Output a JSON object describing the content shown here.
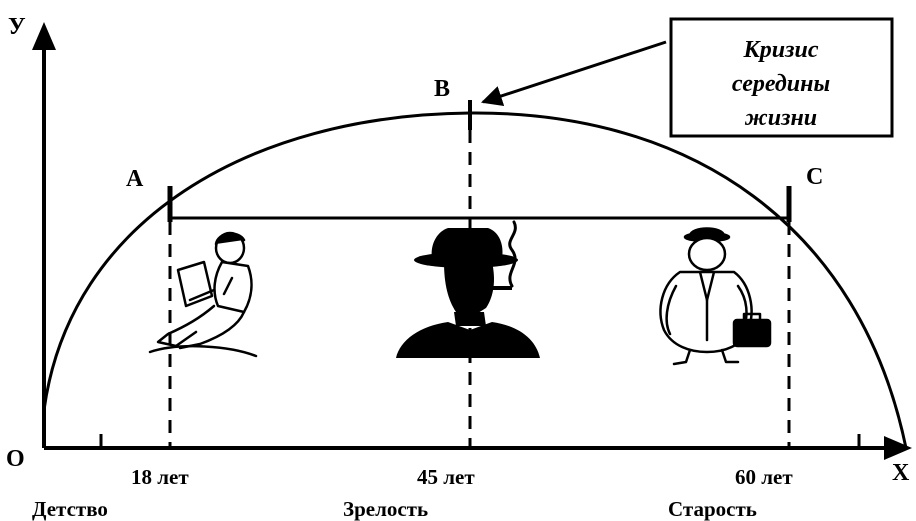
{
  "axes": {
    "y_label": "У",
    "x_label": "Х",
    "origin_label": "О"
  },
  "points": {
    "a": "А",
    "b": "В",
    "c": "С"
  },
  "ages": [
    "18 лет",
    "45 лет",
    "60 лет"
  ],
  "stages": [
    "Детство",
    "Зрелость",
    "Старость"
  ],
  "callout": {
    "line1": "Кризис",
    "line2": "середины",
    "line3": "жизни"
  },
  "figures": [
    "child-reading-icon",
    "man-in-hat-smoking-icon",
    "old-man-with-briefcase-icon"
  ],
  "colors": {
    "ink": "#000000",
    "paper": "#ffffff"
  }
}
